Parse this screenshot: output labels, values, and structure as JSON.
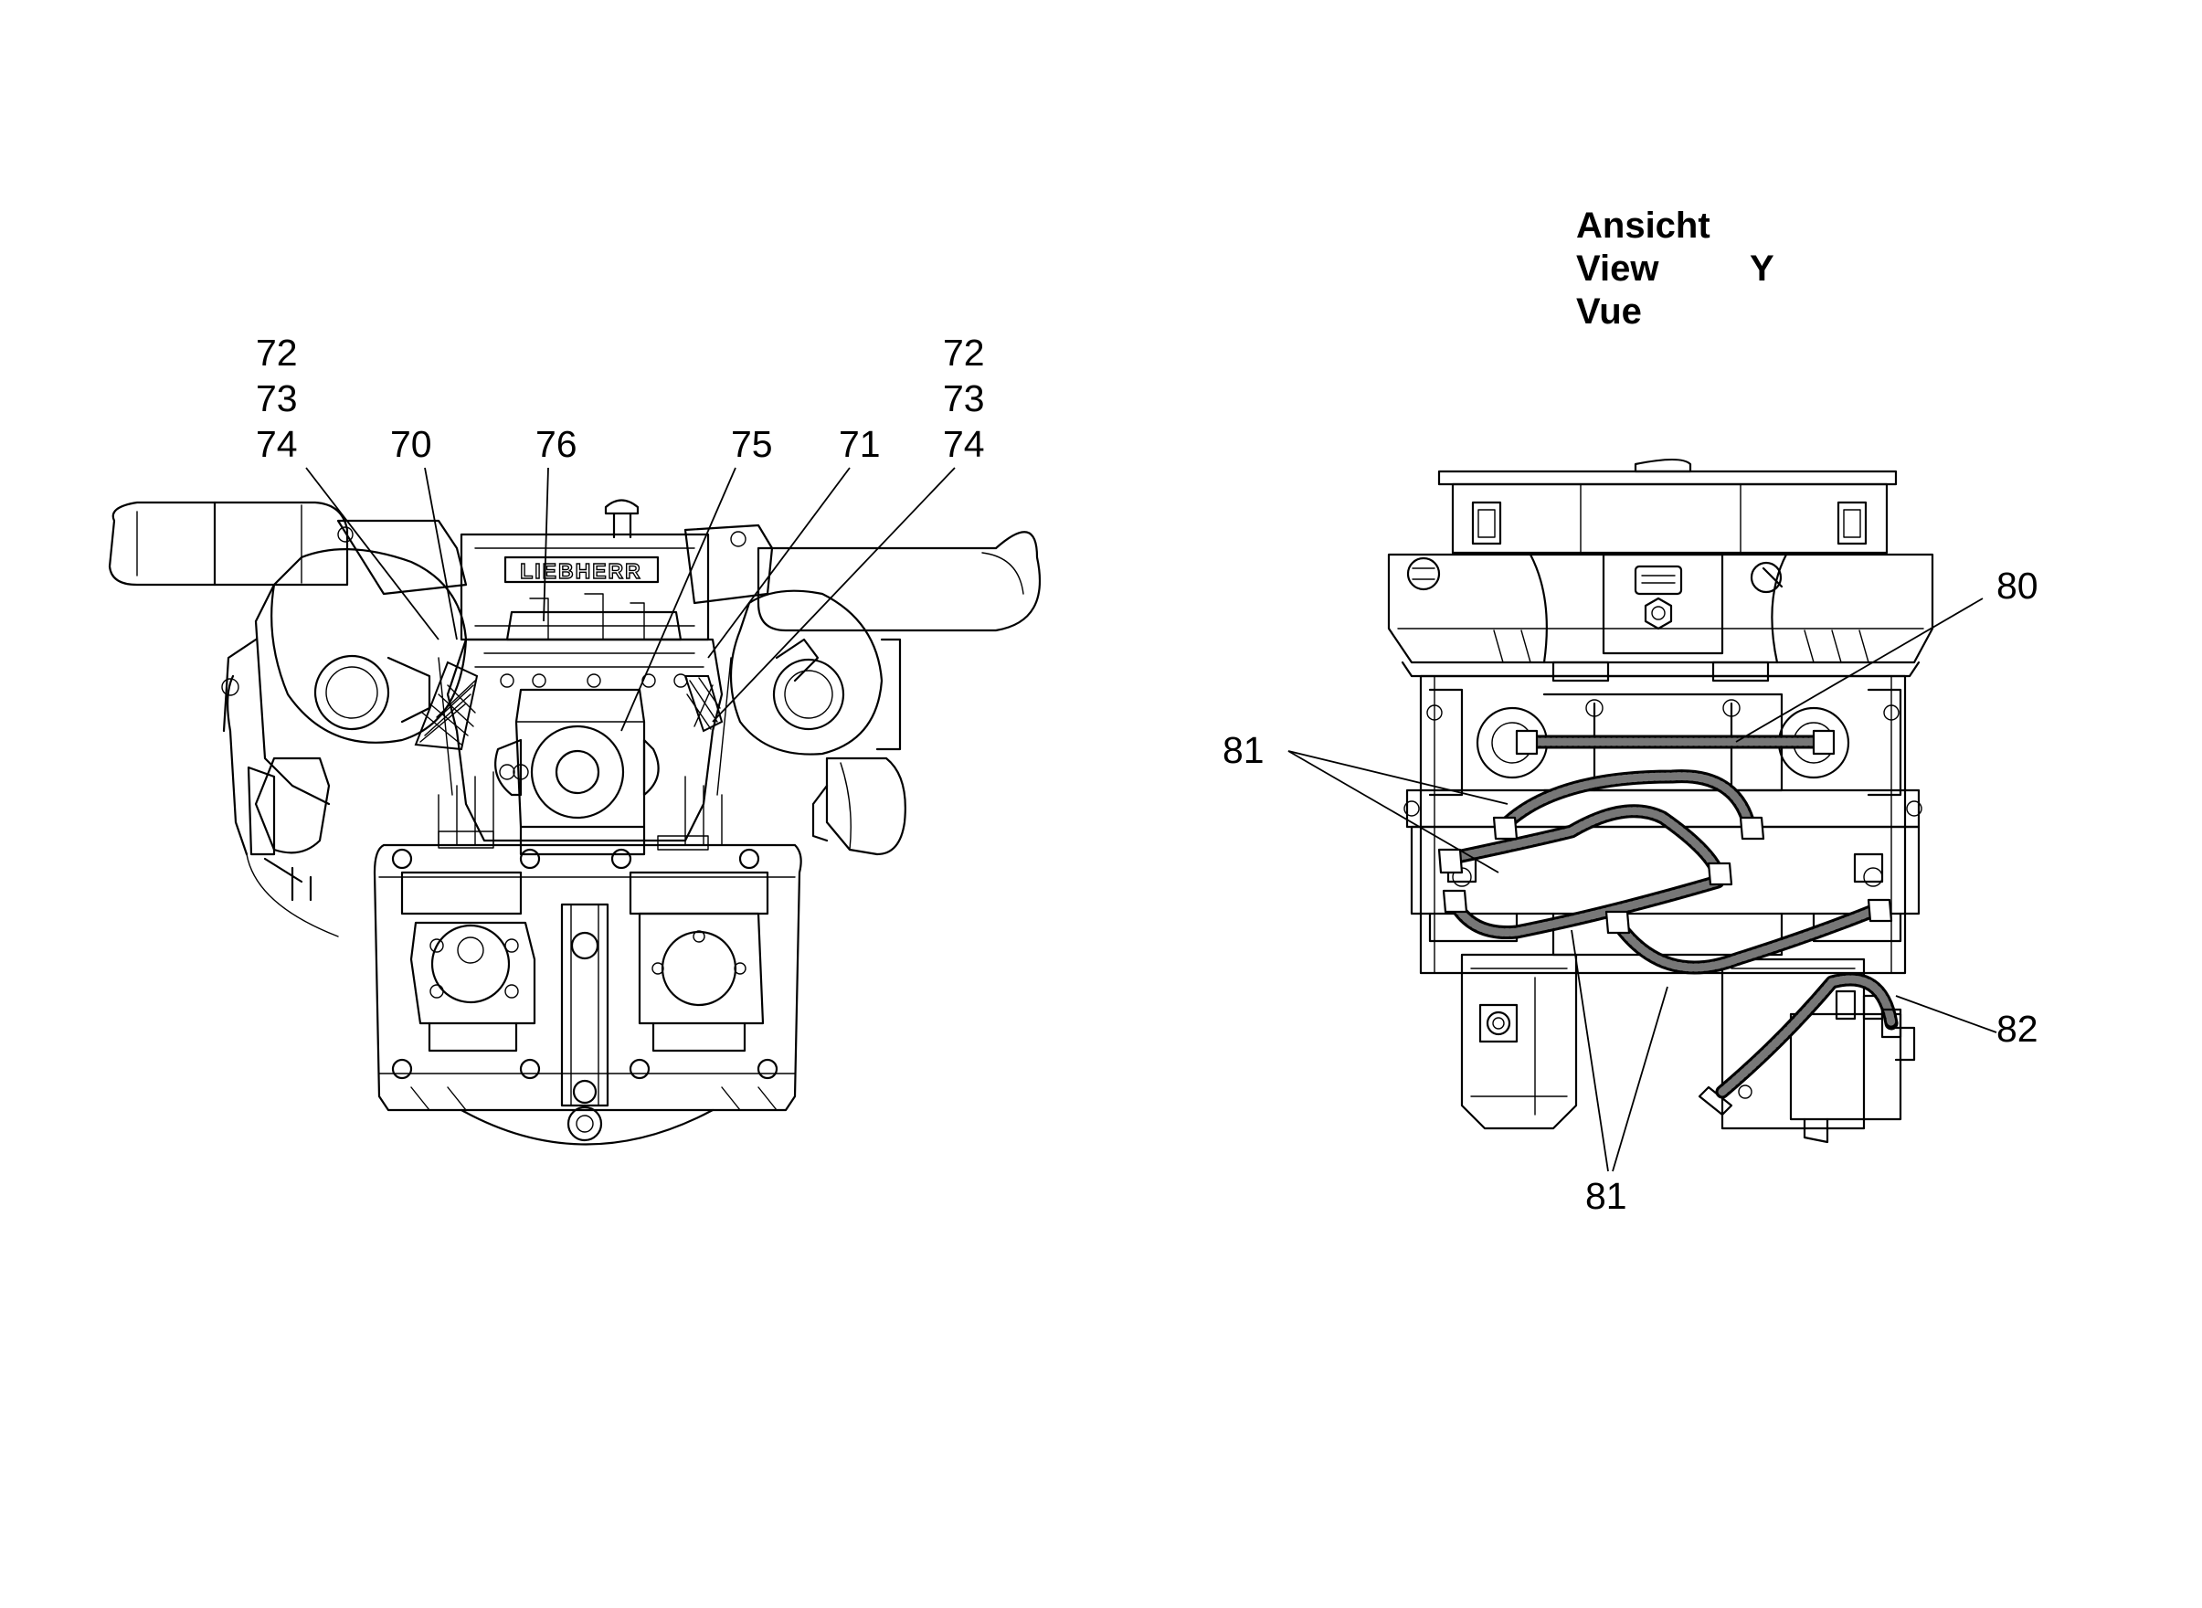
{
  "view_label": {
    "line1": "Ansicht",
    "line2": "View",
    "line3": "Vue",
    "letter": "Y"
  },
  "left_callouts": {
    "c72a": "72",
    "c73a": "73",
    "c74a": "74",
    "c70": "70",
    "c76": "76",
    "c75": "75",
    "c71": "71",
    "c72b": "72",
    "c73b": "73",
    "c74b": "74"
  },
  "right_callouts": {
    "c80": "80",
    "c81a": "81",
    "c81b": "81",
    "c82": "82"
  },
  "logo_text": "LIEBHERR"
}
